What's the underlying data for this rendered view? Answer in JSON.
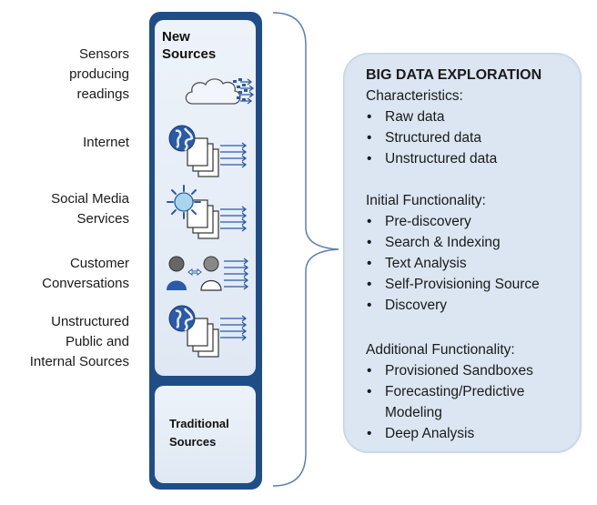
{
  "sources": {
    "labels": [
      [
        "Sensors",
        "producing",
        "readings"
      ],
      [
        "Internet"
      ],
      [
        "Social Media",
        "Services"
      ],
      [
        "Customer",
        "Conversations"
      ],
      [
        "Unstructured",
        "Public and",
        "Internal Sources"
      ]
    ],
    "new_sources_title": [
      "New",
      "Sources"
    ],
    "traditional_title": [
      "Traditional",
      "Sources"
    ],
    "icons": [
      "cloud-stream-icon",
      "globe-documents-icon",
      "sun-documents-icon",
      "people-documents-icon",
      "globe-documents-icon"
    ]
  },
  "panel": {
    "title": "BIG DATA EXPLORATION",
    "sections": [
      {
        "heading": "Characteristics:",
        "items": [
          "Raw data",
          "Structured data",
          "Unstructured data"
        ]
      },
      {
        "heading": "Initial Functionality:",
        "items": [
          "Pre-discovery",
          "Search & Indexing",
          "Text Analysis",
          "Self-Provisioning Source",
          "Discovery"
        ]
      },
      {
        "heading": "Additional Functionality:",
        "items": [
          "Provisioned Sandboxes",
          "Forecasting/Predictive Modeling",
          "Deep Analysis"
        ]
      }
    ]
  },
  "colors": {
    "column": "#1f4e86",
    "box": "#e8eef7",
    "panel": "#dbe6f2",
    "brace": "#5b80b0",
    "icon_blue": "#2a5aa8"
  }
}
